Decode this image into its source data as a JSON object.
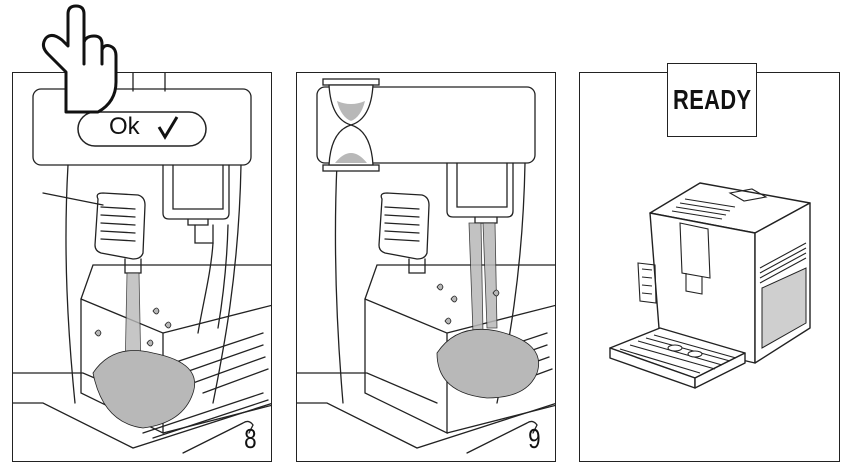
{
  "steps": [
    {
      "number": "8",
      "display_button": "Ok"
    },
    {
      "number": "9"
    }
  ],
  "ready_label": "READY",
  "icons": [
    "hand-pointer-icon",
    "checkmark-icon",
    "hourglass-icon"
  ],
  "colors": {
    "line": "#222222",
    "water": "#b8b8b8",
    "background": "#ffffff"
  }
}
